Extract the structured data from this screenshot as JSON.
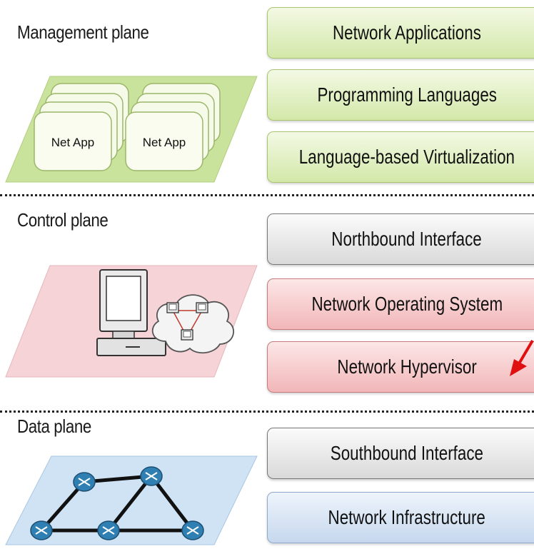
{
  "planes": {
    "management": {
      "title": "Management plane"
    },
    "control": {
      "title": "Control plane"
    },
    "data": {
      "title": "Data plane"
    }
  },
  "net_app": {
    "label_1": "Net App",
    "label_2": "Net App"
  },
  "layers": [
    {
      "label": "Network Applications",
      "color": "#d3e8a9"
    },
    {
      "label": "Programming Languages",
      "color": "#d3e8a9"
    },
    {
      "label": "Language-based Virtualization",
      "color": "#d3e8a9"
    },
    {
      "label": "Northbound Interface",
      "color": "#d9d9d9"
    },
    {
      "label": "Network Operating System",
      "color": "#f2b6b8"
    },
    {
      "label": "Network Hypervisor",
      "color": "#f2b6b8"
    },
    {
      "label": "Southbound Interface",
      "color": "#d9d9d9"
    },
    {
      "label": "Network Infrastructure",
      "color": "#c6d8ee"
    }
  ],
  "icons": {
    "management": "net-app-cards",
    "control": "computer-and-cloud",
    "data": "router-network",
    "pointer": "red-arrow"
  },
  "colors": {
    "management_floor": "#c9e29c",
    "control_floor": "#f6d3d6",
    "data_floor": "#cfe3f5",
    "arrow": "#e01010"
  }
}
